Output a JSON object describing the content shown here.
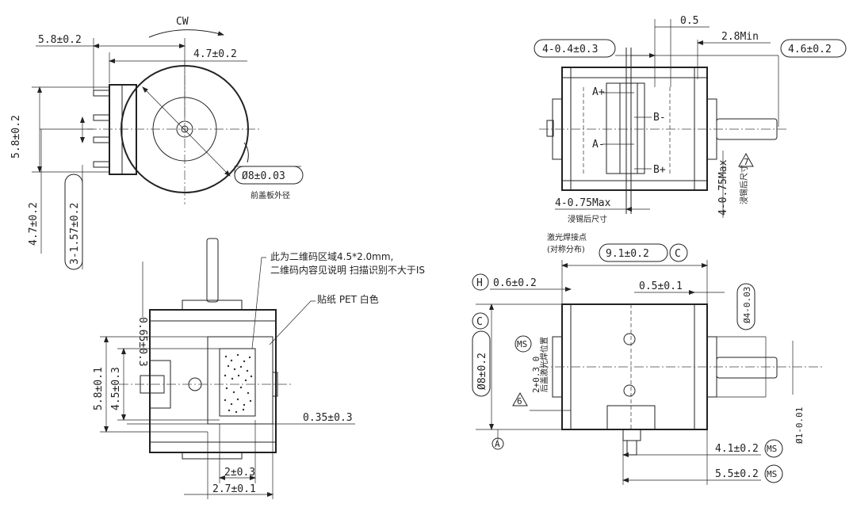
{
  "views": {
    "front": {
      "rotation": "CW",
      "dim_58_w": "5.8±0.2",
      "dim_47": "4.7±0.2",
      "dim_58_h": "5.8±0.2",
      "dim_47_v": "4.7±0.2",
      "dim_pins": "3-1.57±0.2",
      "dim_diam": "Ø8±0.03",
      "note_diam": "前盖板外径"
    },
    "side_top": {
      "dim_lead": "4-0.4±0.3",
      "dim_05": "0.5",
      "dim_28": "2.8Min",
      "dim_46": "4.6±0.2",
      "label_a_plus": "A+",
      "label_b_minus": "B-",
      "label_a_minus": "A-",
      "label_b_plus": "B+",
      "dim_075": "4-0.75Max",
      "note_075": "浸锡后尺寸",
      "dim_075_v": "4-0.75Max",
      "note_075_v": "浸锡后尺寸",
      "tri_7": "7"
    },
    "bottom_left": {
      "note_qr1": "此为二维码区域4.5*2.0mm,",
      "note_qr2": "二维码内容见说明  扫描识别不大于IS",
      "note_sticker": "贴纸  PET  白色",
      "dim_065": "0.65±0.3",
      "dim_58": "5.8±0.1",
      "dim_45": "4.5±0.3",
      "dim_035": "0.35±0.3",
      "dim_2": "2±0.3",
      "dim_27": "2.7±0.1"
    },
    "bottom_right": {
      "note_weld1": "激光焊接点",
      "note_weld2": "(对称分布)",
      "dim_91": "9.1±0.2",
      "ref_c": "C",
      "ref_h": "H",
      "dim_06": "0.6±0.2",
      "dim_05": "0.5±0.1",
      "dim_shaft": "Ø4-0.03",
      "dim_8": "Ø8±0.2",
      "ref_c2": "C",
      "ref_ms": "MS",
      "note_weldpos": "后盖激光焊位置",
      "dim_2": "2+0.3 0",
      "tri_6": "6",
      "dim_1": "Ø1-0.01",
      "ref_a": "A",
      "dim_41": "4.1±0.2",
      "dim_55": "5.5±0.2",
      "ref_ms2": "MS",
      "ref_ms3": "MS"
    }
  }
}
